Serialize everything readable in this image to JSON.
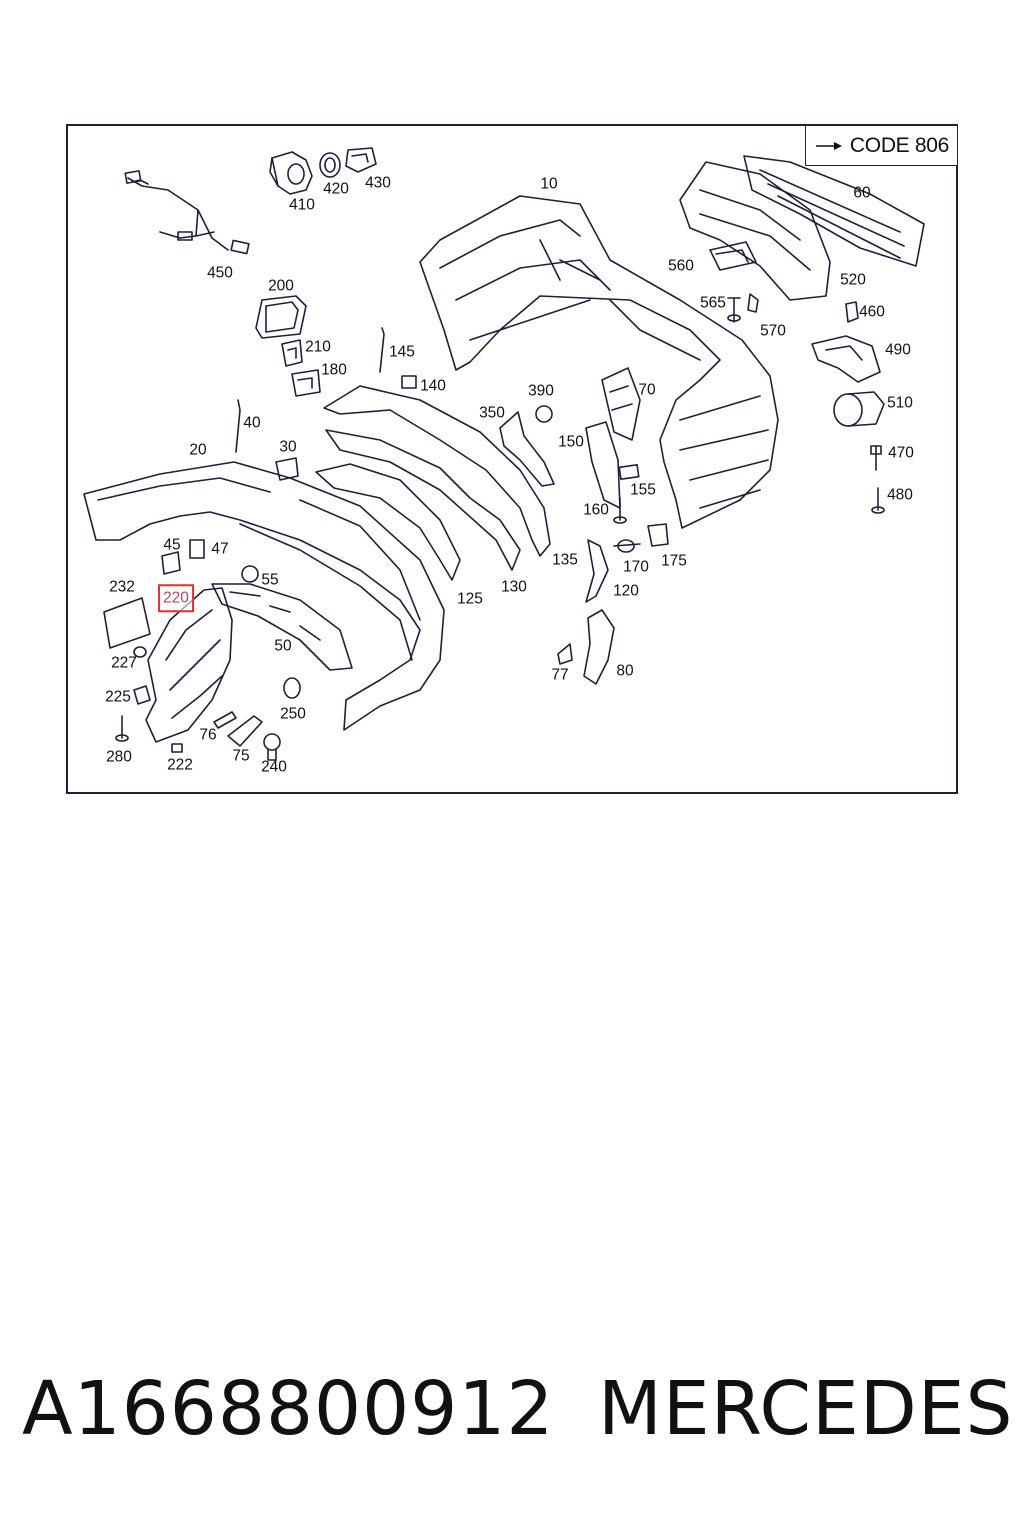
{
  "diagram": {
    "code_label": "CODE 806",
    "colors": {
      "line": "#1f1f3a",
      "highlight": "#e03030"
    },
    "highlighted_part": "220",
    "parts": [
      {
        "label": "10"
      },
      {
        "label": "60"
      },
      {
        "label": "410"
      },
      {
        "label": "420"
      },
      {
        "label": "430"
      },
      {
        "label": "450"
      },
      {
        "label": "200"
      },
      {
        "label": "210"
      },
      {
        "label": "180"
      },
      {
        "label": "145"
      },
      {
        "label": "140"
      },
      {
        "label": "390"
      },
      {
        "label": "350"
      },
      {
        "label": "70"
      },
      {
        "label": "150"
      },
      {
        "label": "560"
      },
      {
        "label": "565"
      },
      {
        "label": "570"
      },
      {
        "label": "520"
      },
      {
        "label": "460"
      },
      {
        "label": "490"
      },
      {
        "label": "510"
      },
      {
        "label": "470"
      },
      {
        "label": "480"
      },
      {
        "label": "40"
      },
      {
        "label": "20"
      },
      {
        "label": "30"
      },
      {
        "label": "155"
      },
      {
        "label": "160"
      },
      {
        "label": "170"
      },
      {
        "label": "175"
      },
      {
        "label": "135"
      },
      {
        "label": "120"
      },
      {
        "label": "130"
      },
      {
        "label": "125"
      },
      {
        "label": "45"
      },
      {
        "label": "47"
      },
      {
        "label": "232"
      },
      {
        "label": "220"
      },
      {
        "label": "55"
      },
      {
        "label": "50"
      },
      {
        "label": "227"
      },
      {
        "label": "225"
      },
      {
        "label": "250"
      },
      {
        "label": "76"
      },
      {
        "label": "280"
      },
      {
        "label": "222"
      },
      {
        "label": "75"
      },
      {
        "label": "240"
      },
      {
        "label": "77"
      },
      {
        "label": "80"
      }
    ]
  },
  "caption": {
    "part_number": "A1668800912",
    "brand": "MERCEDES"
  }
}
